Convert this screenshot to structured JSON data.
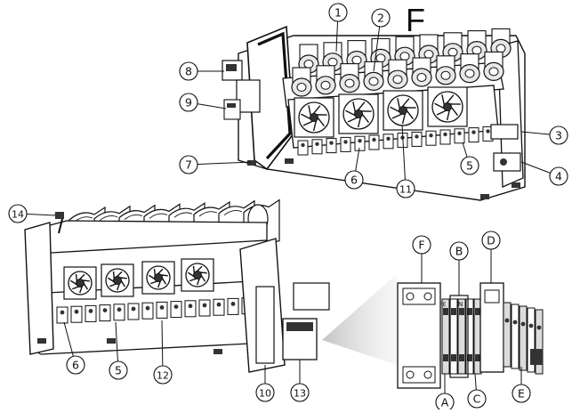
{
  "title": "F",
  "callouts": {
    "c1": "1",
    "c2": "2",
    "c3": "3",
    "c4": "4",
    "c5": "5",
    "c6": "6",
    "c7": "7",
    "c8": "8",
    "c9": "9",
    "c10": "10",
    "c11": "11",
    "c12": "12",
    "c13": "13",
    "c14": "14",
    "c5b": "5",
    "c6b": "6"
  },
  "detail_callouts": {
    "a": "A",
    "b": "B",
    "c": "C",
    "d": "D",
    "e": "E",
    "f": "F"
  },
  "detail_marks": {
    "pe": "PE",
    "n": "N"
  },
  "colors": {
    "line": "#111111",
    "fill": "#ffffff",
    "shade": "#bdbdbd",
    "dark": "#333333"
  }
}
